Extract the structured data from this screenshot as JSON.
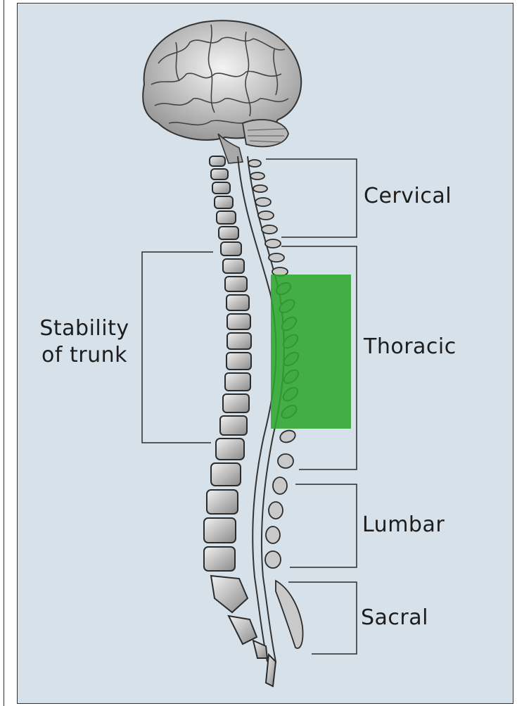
{
  "diagram": {
    "regions": {
      "cervical": "Cervical",
      "thoracic": "Thoracic",
      "lumbar": "Lumbar",
      "sacral": "Sacral"
    },
    "function_label": {
      "line1": "Stability",
      "line2": "of trunk"
    },
    "colors": {
      "background": "#d6e1e9",
      "highlight": "#2ea62e",
      "ink": "#222222"
    },
    "highlight_region": "thoracic"
  }
}
